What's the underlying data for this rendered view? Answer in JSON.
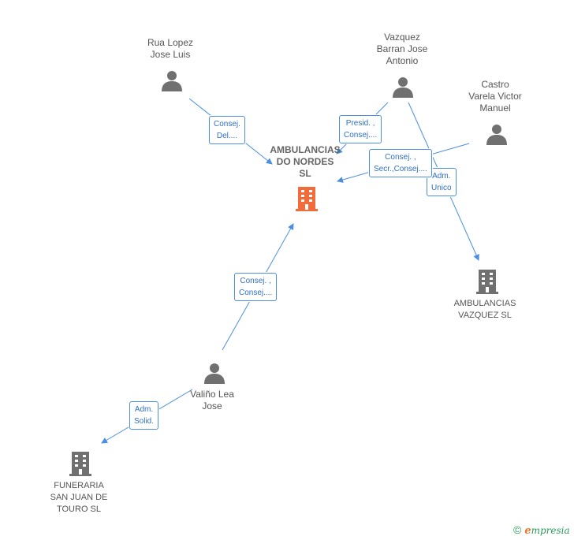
{
  "colors": {
    "edge": "#4a8fe0",
    "person_icon": "#707070",
    "company_icon": "#707070",
    "main_company_icon": "#f26b3a",
    "brand_e": "#e8762a",
    "brand_text": "#2a9a5a"
  },
  "nodes": {
    "main": {
      "lines": [
        "AMBULANCIAS",
        "DO NORDES",
        "SL"
      ]
    },
    "rua_lopez": {
      "lines": [
        "Rua Lopez",
        "Jose Luis"
      ]
    },
    "vazquez_barran": {
      "lines": [
        "Vazquez",
        "Barran Jose",
        "Antonio"
      ]
    },
    "castro_varela": {
      "lines": [
        "Castro",
        "Varela Victor",
        "Manuel"
      ]
    },
    "valino_lea": {
      "lines": [
        "Valiño Lea",
        "Jose"
      ]
    },
    "ambulancias_vazquez": {
      "lines": [
        "AMBULANCIAS",
        "VAZQUEZ SL"
      ]
    },
    "funeraria": {
      "lines": [
        "FUNERARIA",
        "SAN JUAN DE",
        "TOURO SL"
      ]
    }
  },
  "edges": {
    "rua_lopez": {
      "lines": [
        "Consej.",
        "Del...."
      ]
    },
    "vazquez_barran_main": {
      "lines": [
        "Presid. ,",
        "Consej...."
      ]
    },
    "castro_varela": {
      "lines": [
        "Consej. ,",
        "Secr.,Consej...."
      ]
    },
    "vazquez_barran_av": {
      "lines": [
        "Adm.",
        "Unico"
      ]
    },
    "valino_lea_main": {
      "lines": [
        "Consej. ,",
        "Consej...."
      ]
    },
    "valino_lea_funeraria": {
      "lines": [
        "Adm.",
        "Solid."
      ]
    }
  },
  "footer": {
    "copyright": "©",
    "brand_first": "e",
    "brand_rest": "mpresia"
  }
}
